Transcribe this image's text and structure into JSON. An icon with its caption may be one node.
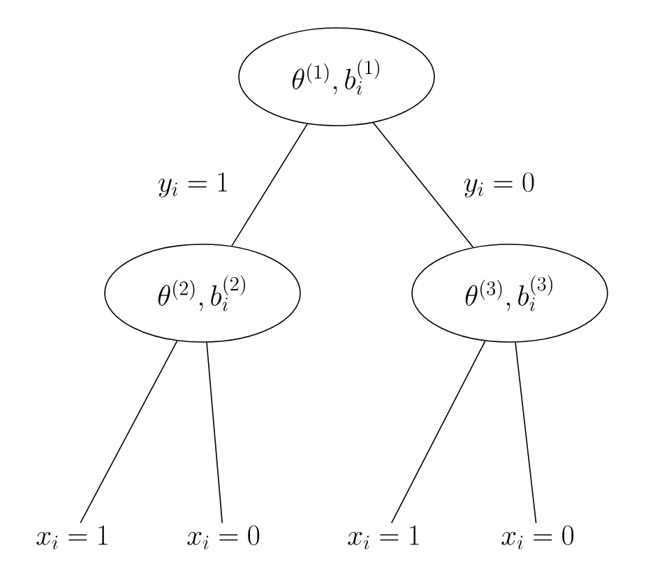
{
  "diagram": {
    "nodes": [
      {
        "text": [
          "\\theta^{(1)}, b_i^{(1)}"
        ]
      },
      {
        "text": [
          "\\theta^{(2)}, b_i^{(2)}"
        ]
      },
      {
        "text": [
          "\\theta^{(3)}, b_i^{(3)}"
        ]
      },
      {
        "text": [
          "x_i = 1"
        ]
      },
      {
        "text": [
          "x_i = 0"
        ]
      },
      {
        "text": [
          "x_i = 1"
        ]
      },
      {
        "text": [
          "x_i = 0"
        ]
      }
    ],
    "edges": [
      {
        "from": 0,
        "to": 1,
        "arrow": "none",
        "label": "y_i = 1"
      },
      {
        "from": 0,
        "to": 2,
        "arrow": "none",
        "label": "y_i = 0"
      },
      {
        "from": 1,
        "to": 3,
        "arrow": "none"
      },
      {
        "from": 1,
        "to": 4,
        "arrow": "none"
      },
      {
        "from": 2,
        "to": 5,
        "arrow": "none"
      },
      {
        "from": 2,
        "to": 6,
        "arrow": "none"
      }
    ]
  }
}
